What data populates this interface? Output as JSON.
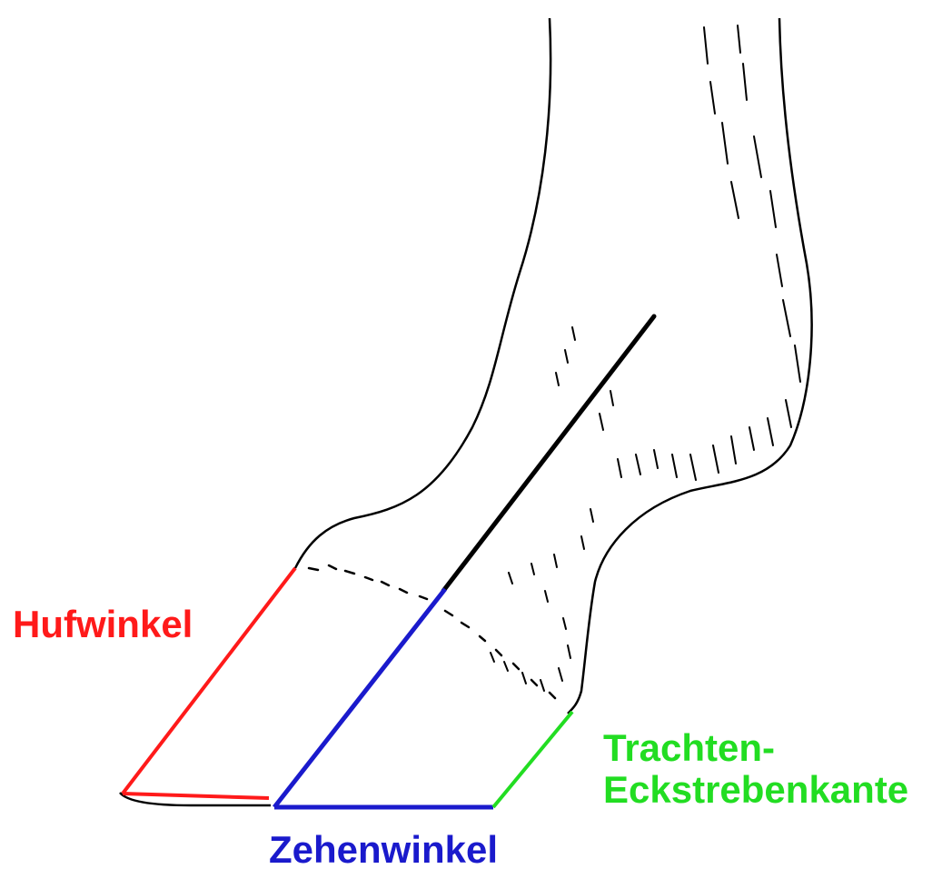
{
  "labels": {
    "hufwinkel": "Hufwinkel",
    "trachten_line1": "Trachten-",
    "trachten_line2": "Eckstrebenkante",
    "zehenwinkel": "Zehenwinkel"
  },
  "colors": {
    "hufwinkel": "#ff1a1a",
    "zehenwinkel": "#1a1acc",
    "trachten": "#22dd22",
    "outline": "#000000",
    "background": "#ffffff"
  }
}
